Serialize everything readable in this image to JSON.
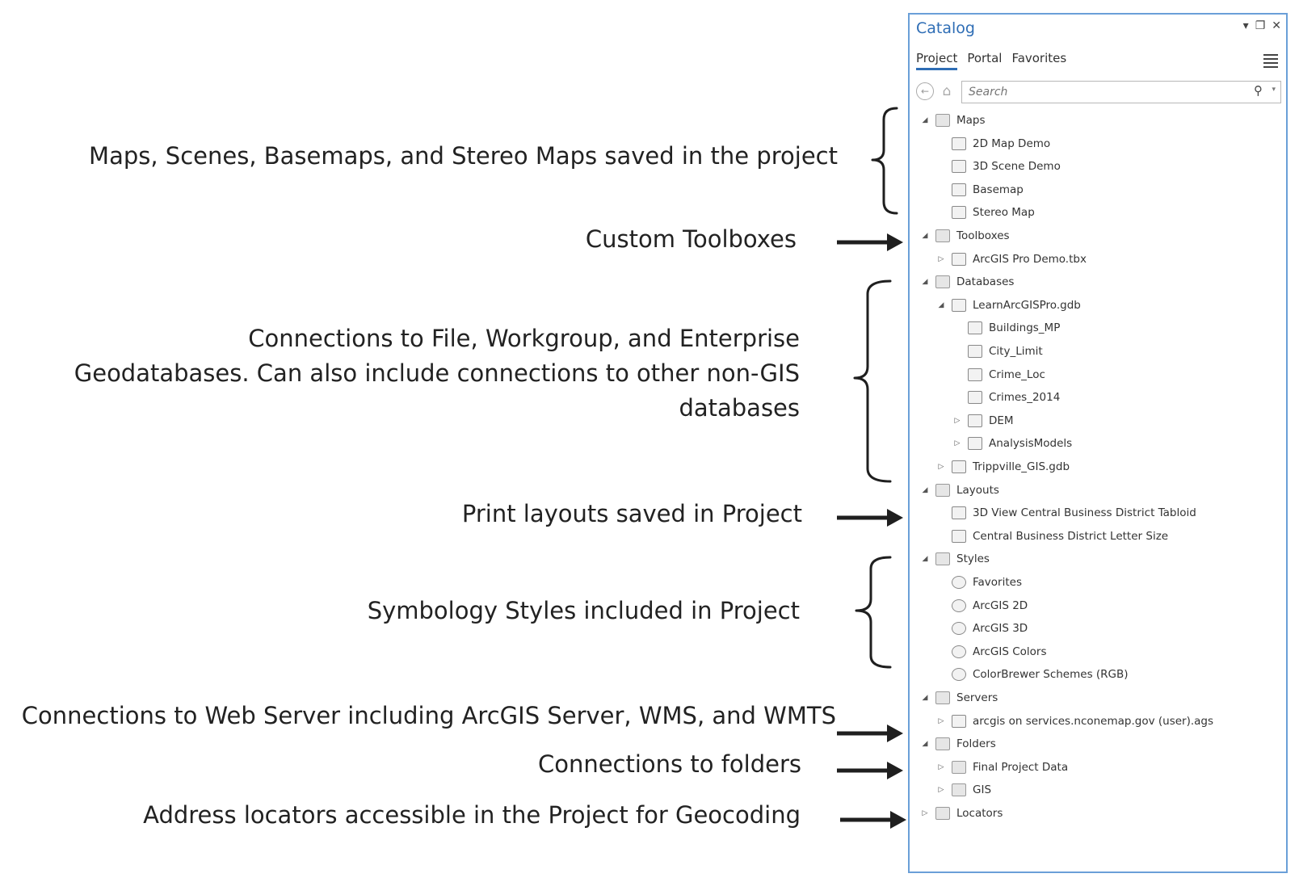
{
  "annotations": {
    "maps_note": "Maps, Scenes, Basemaps, and Stereo Maps saved in the project",
    "toolboxes_note": "Custom Toolboxes",
    "databases_note": [
      "Connections to File, Workgroup, and Enterprise",
      "Geodatabases. Can also include connections to other non-GIS",
      "databases"
    ],
    "layouts_note": "Print layouts saved in Project",
    "styles_note": "Symbology Styles included in Project",
    "servers_note": "Connections to Web Server including ArcGIS Server, WMS, and WMTS",
    "folders_note": "Connections to folders",
    "locators_note": "Address locators accessible in the Project for Geocoding"
  },
  "catalog": {
    "title": "Catalog",
    "window_controls": [
      "▾",
      "❐",
      "✕"
    ],
    "tabs": [
      "Project",
      "Portal",
      "Favorites"
    ],
    "active_tab": "Project",
    "search_placeholder": "Search",
    "tree": [
      {
        "label": "Maps",
        "icon": "maps-folder-icon",
        "expanded": true
      },
      {
        "label": "2D Map Demo",
        "icon": "map-icon"
      },
      {
        "label": "3D Scene Demo",
        "icon": "scene-icon"
      },
      {
        "label": "Basemap",
        "icon": "basemap-icon"
      },
      {
        "label": "Stereo Map",
        "icon": "stereo-map-icon"
      },
      {
        "label": "Toolboxes",
        "icon": "toolboxes-folder-icon",
        "expanded": true
      },
      {
        "label": "ArcGIS Pro Demo.tbx",
        "icon": "toolbox-icon",
        "expanded": false
      },
      {
        "label": "Databases",
        "icon": "databases-folder-icon",
        "expanded": true
      },
      {
        "label": "LearnArcGISPro.gdb",
        "icon": "geodatabase-icon",
        "expanded": true
      },
      {
        "label": "Buildings_MP",
        "icon": "polygon-feature-class-icon"
      },
      {
        "label": "City_Limit",
        "icon": "polygon-feature-class-icon"
      },
      {
        "label": "Crime_Loc",
        "icon": "point-feature-class-icon"
      },
      {
        "label": "Crimes_2014",
        "icon": "table-icon"
      },
      {
        "label": "DEM",
        "icon": "raster-icon",
        "expanded": false
      },
      {
        "label": "AnalysisModels",
        "icon": "toolbox-icon",
        "expanded": false
      },
      {
        "label": "Trippville_GIS.gdb",
        "icon": "geodatabase-icon",
        "expanded": false
      },
      {
        "label": "Layouts",
        "icon": "layouts-folder-icon",
        "expanded": true
      },
      {
        "label": "3D View Central Business District Tabloid",
        "icon": "layout-icon"
      },
      {
        "label": "Central Business District Letter Size",
        "icon": "layout-icon"
      },
      {
        "label": "Styles",
        "icon": "styles-folder-icon",
        "expanded": true
      },
      {
        "label": "Favorites",
        "icon": "style-icon"
      },
      {
        "label": "ArcGIS 2D",
        "icon": "style-icon"
      },
      {
        "label": "ArcGIS 3D",
        "icon": "style-icon"
      },
      {
        "label": "ArcGIS Colors",
        "icon": "style-icon"
      },
      {
        "label": "ColorBrewer Schemes (RGB)",
        "icon": "style-icon"
      },
      {
        "label": "Servers",
        "icon": "servers-folder-icon",
        "expanded": true
      },
      {
        "label": "arcgis on services.nconemap.gov (user).ags",
        "icon": "server-connection-icon",
        "expanded": false
      },
      {
        "label": "Folders",
        "icon": "folders-folder-icon",
        "expanded": true
      },
      {
        "label": "Final Project Data",
        "icon": "folder-icon",
        "expanded": false
      },
      {
        "label": "GIS",
        "icon": "folder-icon",
        "expanded": false
      },
      {
        "label": "Locators",
        "icon": "locators-folder-icon",
        "expanded": false
      }
    ]
  },
  "colors": {
    "accent": "#2e6db5",
    "panel_border": "#6a9fd8",
    "annotation_text": "#222222"
  }
}
